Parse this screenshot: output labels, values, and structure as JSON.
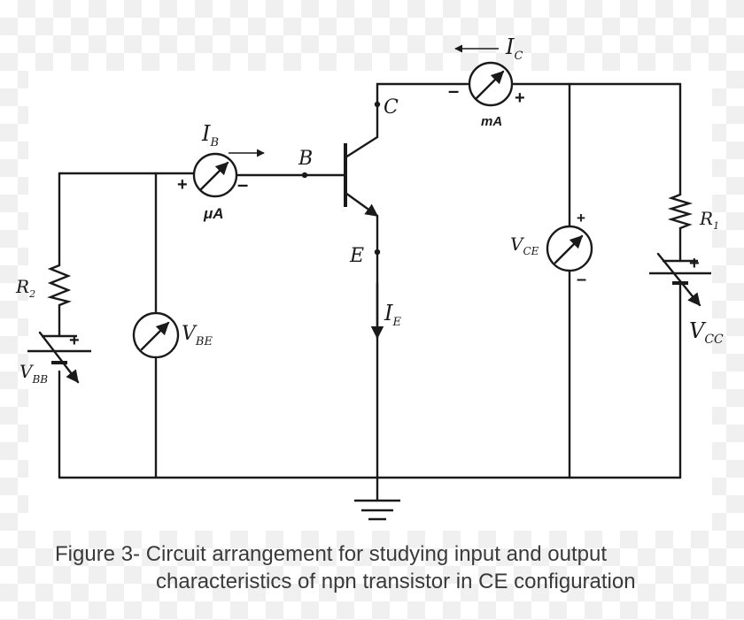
{
  "diagram": {
    "labels": {
      "ib_main": "I",
      "ib_sub": "B",
      "ic_main": "I",
      "ic_sub": "C",
      "ie_main": "I",
      "ie_sub": "E",
      "b": "B",
      "c": "C",
      "e": "E",
      "r1_main": "R",
      "r1_sub": "1",
      "r2_main": "R",
      "r2_sub": "2",
      "vbe_main": "V",
      "vbe_sub": "BE",
      "vce_main": "V",
      "vce_sub": "CE",
      "vbb_main": "V",
      "vbb_sub": "BB",
      "vcc_main": "V",
      "vcc_sub": "CC"
    },
    "meters": {
      "microammeter_unit": "μA",
      "milliammeter_unit": "mA"
    },
    "signs": {
      "plus": "+",
      "minus": "–"
    },
    "caption": {
      "line1": "Figure 3- Circuit arrangement for studying input and output",
      "line2": "characteristics of npn transistor in CE configuration"
    }
  }
}
